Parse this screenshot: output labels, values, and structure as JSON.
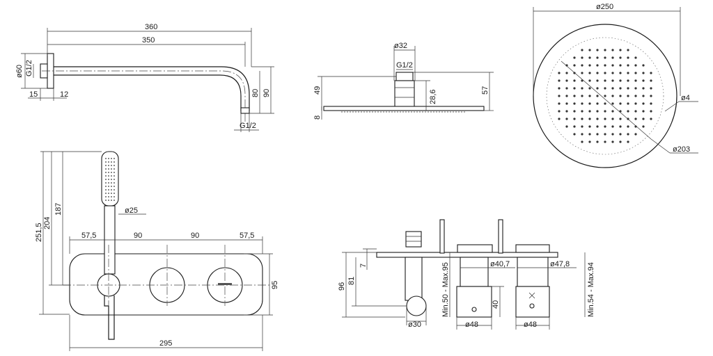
{
  "views": {
    "arm": {
      "overall": "360",
      "reach": "350",
      "diameter": "ø60",
      "thread": "G1/2",
      "wall_flange": "15",
      "neck": "12",
      "drop_outer": "90",
      "drop_inner": "80",
      "outlet_thread": "G1/2"
    },
    "head_side": {
      "connector_diameter": "ø32",
      "thread": "G1/2",
      "total_height": "49",
      "plate_thickness": "8",
      "connector_height": "28,6",
      "full_height": "57"
    },
    "head_top": {
      "diameter": "ø250",
      "nozzle_diameter": "ø4",
      "spray_diameter": "ø203"
    },
    "front": {
      "seg1": "57,5",
      "seg2": "90",
      "seg3": "90",
      "seg4": "57,5",
      "total_width": "295",
      "height": "95",
      "hand_dia": "ø25",
      "h1": "251,5",
      "h2": "204",
      "h3": "187"
    },
    "section": {
      "depth": "96",
      "depth2": "81",
      "offset": "7",
      "dia30": "ø30",
      "dia48a": "ø48",
      "dia48b": "ø48",
      "dia407": "ø40,7",
      "dia478": "ø47,8",
      "body_h": "40",
      "range1": "Min.50 - Max.95",
      "range2": "Min.54 - Max.94"
    }
  }
}
